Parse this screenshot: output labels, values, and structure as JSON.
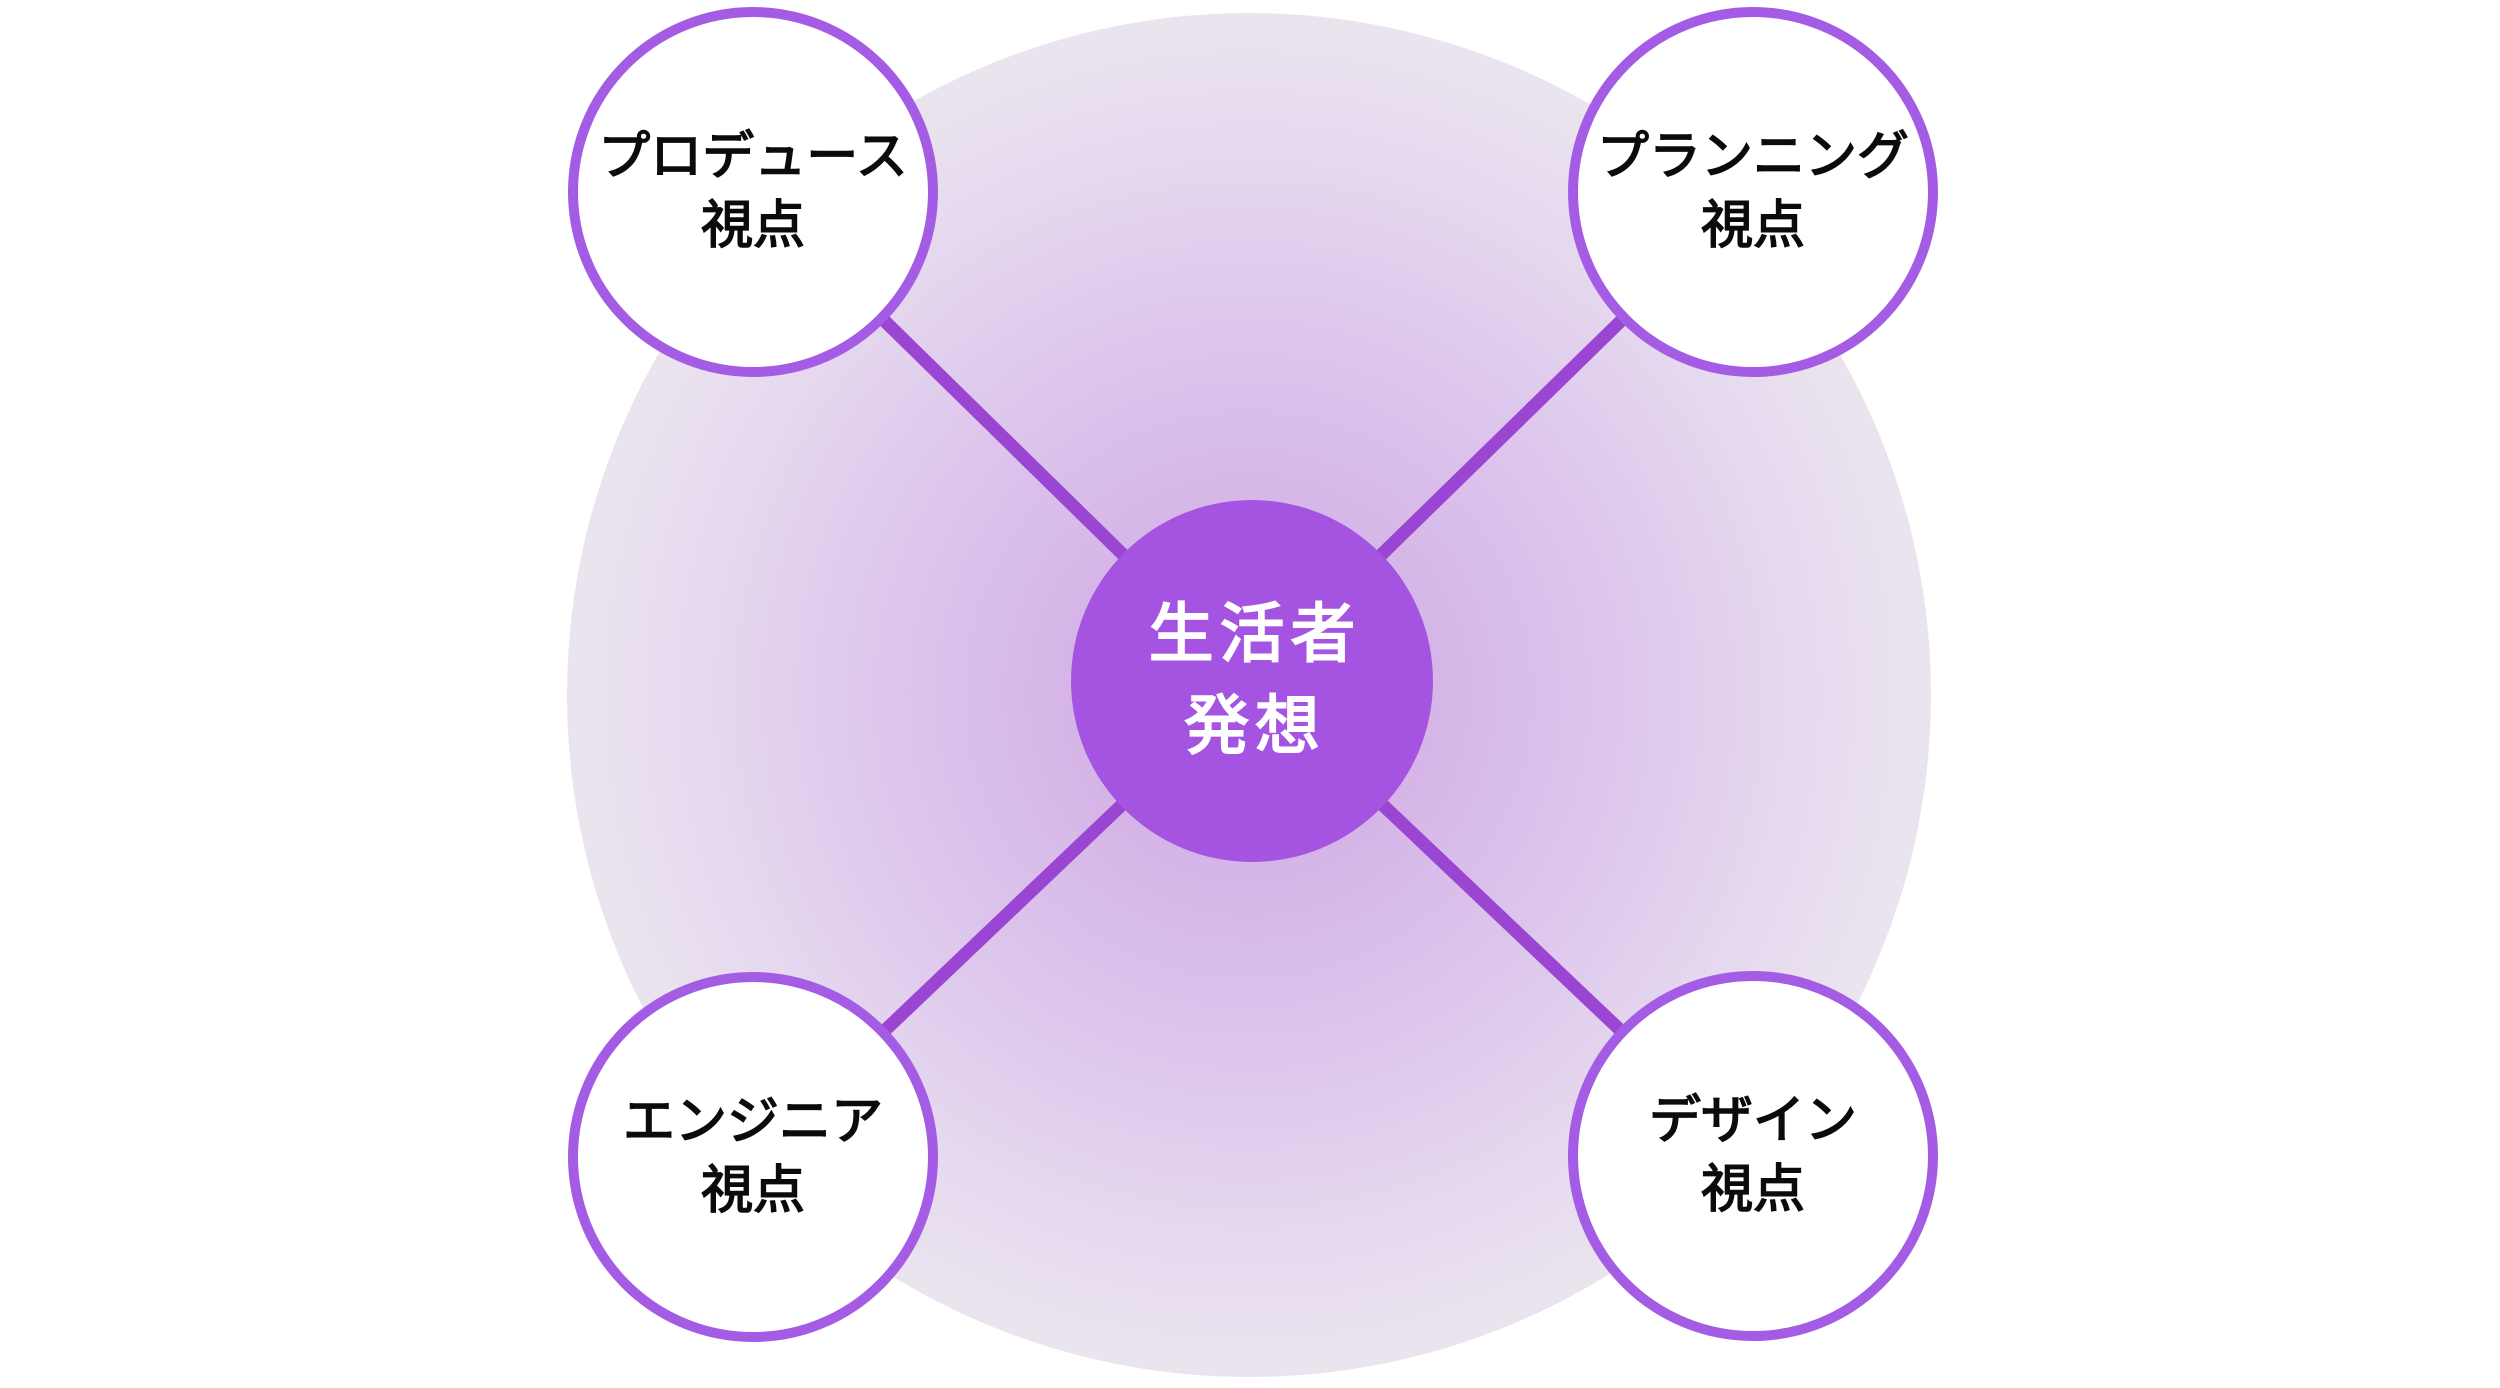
{
  "diagram": {
    "title_implicit": "",
    "center": {
      "id": "seikatsusha-hassou",
      "line1": "生活者",
      "line2": "発想"
    },
    "nodes": [
      {
        "id": "produce",
        "position": "top-left",
        "line1": "プロデュース",
        "line2": "視点"
      },
      {
        "id": "planning",
        "position": "top-right",
        "line1": "プランニング",
        "line2": "視点"
      },
      {
        "id": "engineer",
        "position": "bottom-left",
        "line1": "エンジニア",
        "line2": "視点"
      },
      {
        "id": "design",
        "position": "bottom-right",
        "line1": "デザイン",
        "line2": "視点"
      }
    ],
    "colors": {
      "center_fill": "#a454e0",
      "satellite_border": "#a45ce4",
      "satellite_fill": "#ffffff",
      "connector_line": "#9b46d2",
      "center_text": "#ffffff",
      "satellite_text": "#0b0b0b",
      "glow_inner": "#cfaae2",
      "glow_mid": "#dcc4ec",
      "glow_outer": "#efefef",
      "page_background": "#ffffff"
    }
  }
}
